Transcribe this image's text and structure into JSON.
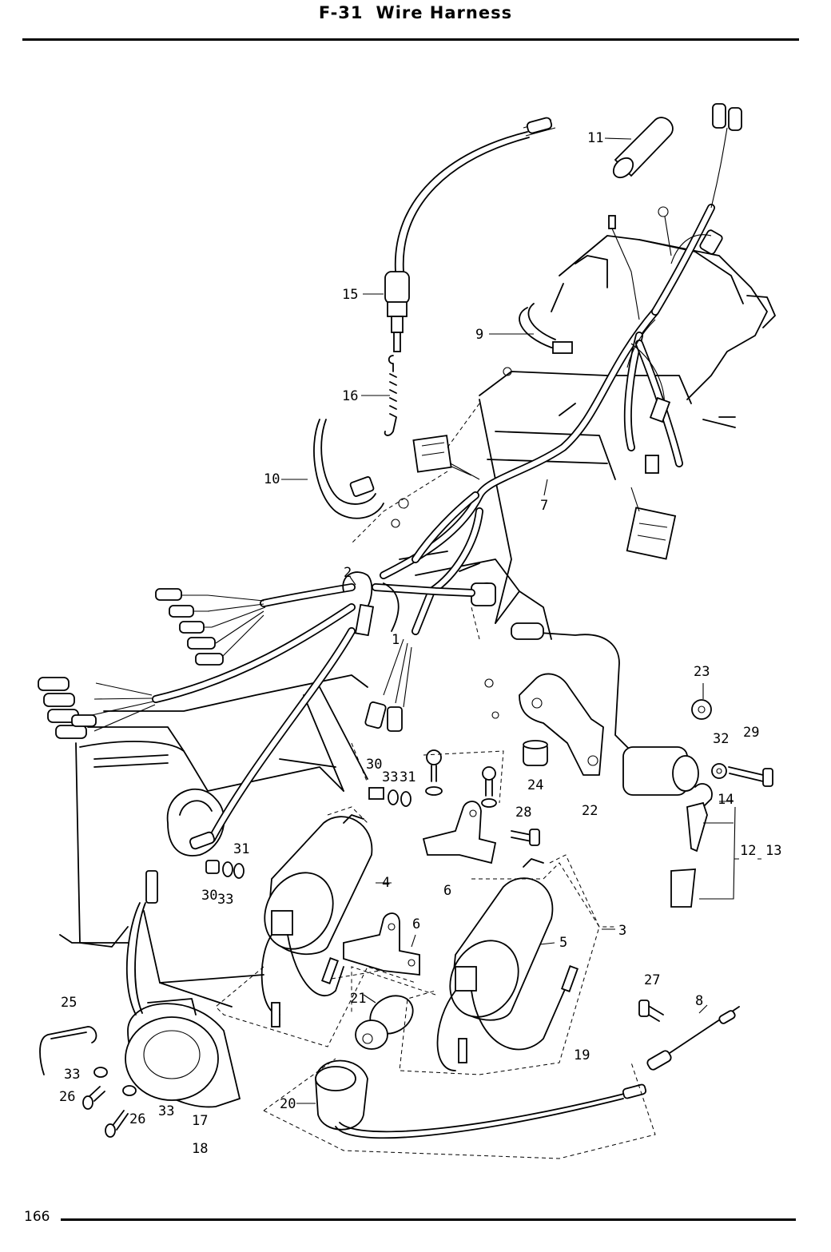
{
  "header": {
    "code": "F-31",
    "title": "Wire Harness"
  },
  "footer": {
    "page_number": "166"
  },
  "callouts": [
    "1",
    "2",
    "3",
    "4",
    "5",
    "6",
    "6",
    "7",
    "8",
    "9",
    "10",
    "11",
    "12",
    "13",
    "14",
    "15",
    "16",
    "17",
    "18",
    "19",
    "20",
    "21",
    "22",
    "23",
    "24",
    "25",
    "26",
    "26",
    "27",
    "28",
    "29",
    "30",
    "30",
    "31",
    "31",
    "32",
    "33",
    "33",
    "33",
    "33"
  ]
}
